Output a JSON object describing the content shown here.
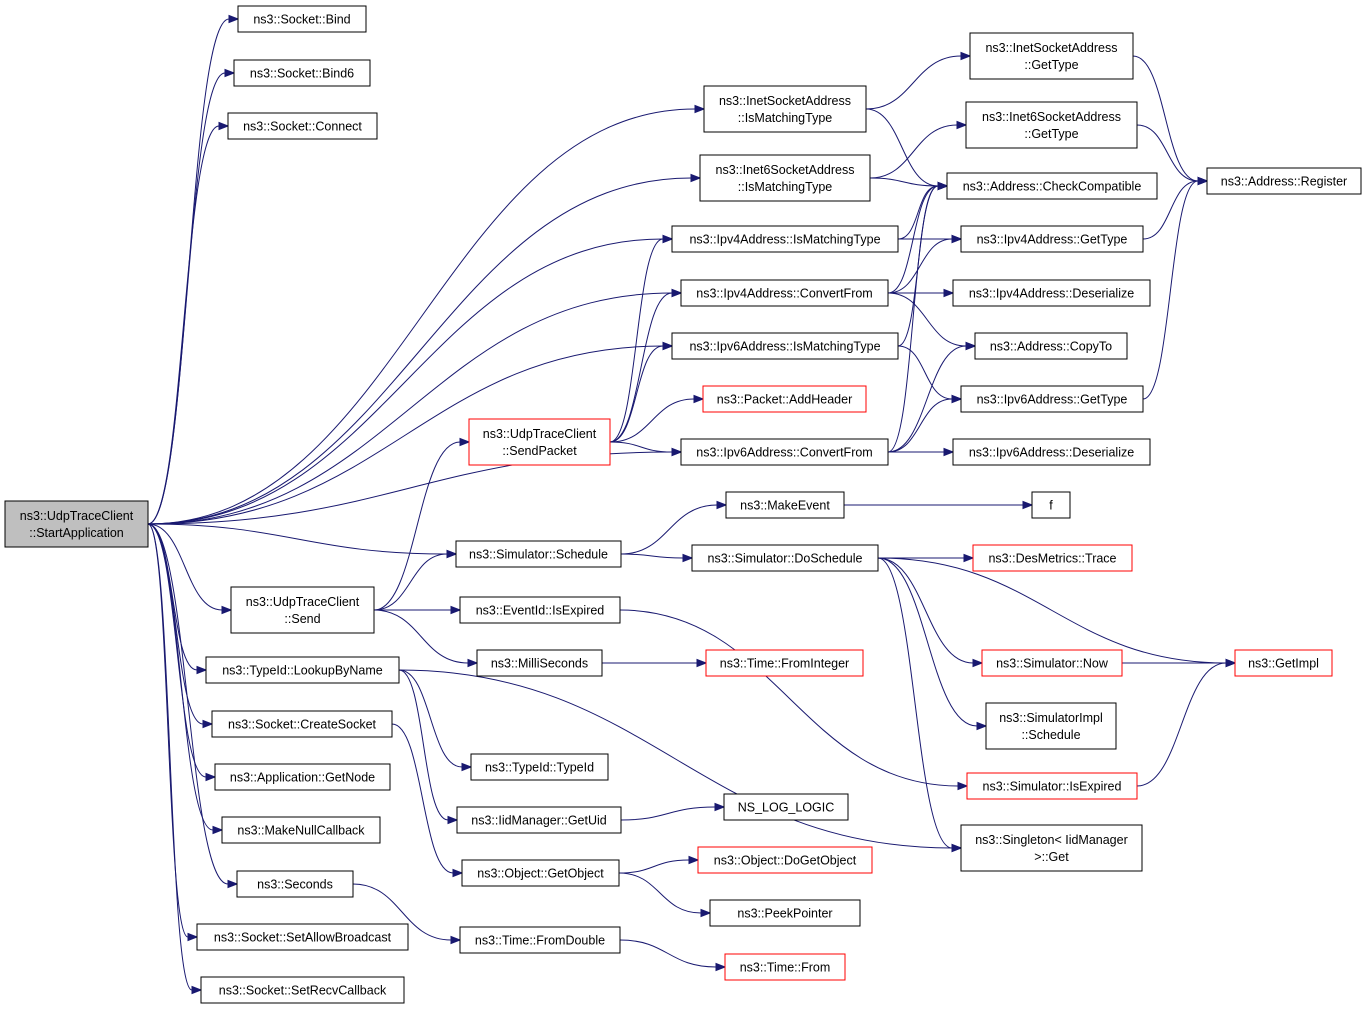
{
  "colors": {
    "edge": "#191970",
    "truncated_border": "#ff0000",
    "root_fill": "#bfbfbf",
    "node_border": "#000000"
  },
  "nodes": [
    {
      "id": "start",
      "lines": [
        "ns3::UdpTraceClient",
        "::StartApplication"
      ],
      "root": true
    },
    {
      "id": "bind",
      "lines": [
        "ns3::Socket::Bind"
      ]
    },
    {
      "id": "bind6",
      "lines": [
        "ns3::Socket::Bind6"
      ]
    },
    {
      "id": "connect",
      "lines": [
        "ns3::Socket::Connect"
      ]
    },
    {
      "id": "inet_ismatch",
      "lines": [
        "ns3::InetSocketAddress",
        "::IsMatchingType"
      ]
    },
    {
      "id": "inet6_ismatch",
      "lines": [
        "ns3::Inet6SocketAddress",
        "::IsMatchingType"
      ]
    },
    {
      "id": "ipv4_ismatch",
      "lines": [
        "ns3::Ipv4Address::IsMatchingType"
      ]
    },
    {
      "id": "ipv4_convert",
      "lines": [
        "ns3::Ipv4Address::ConvertFrom"
      ]
    },
    {
      "id": "ipv6_ismatch",
      "lines": [
        "ns3::Ipv6Address::IsMatchingType"
      ]
    },
    {
      "id": "ipv6_convert",
      "lines": [
        "ns3::Ipv6Address::ConvertFrom"
      ]
    },
    {
      "id": "sendpacket",
      "lines": [
        "ns3::UdpTraceClient",
        "::SendPacket"
      ],
      "truncated": true
    },
    {
      "id": "addheader",
      "lines": [
        "ns3::Packet::AddHeader"
      ],
      "truncated": true
    },
    {
      "id": "inet_gettype",
      "lines": [
        "ns3::InetSocketAddress",
        "::GetType"
      ]
    },
    {
      "id": "inet6_gettype",
      "lines": [
        "ns3::Inet6SocketAddress",
        "::GetType"
      ]
    },
    {
      "id": "checkcompat",
      "lines": [
        "ns3::Address::CheckCompatible"
      ]
    },
    {
      "id": "register",
      "lines": [
        "ns3::Address::Register"
      ]
    },
    {
      "id": "ipv4_gettype",
      "lines": [
        "ns3::Ipv4Address::GetType"
      ]
    },
    {
      "id": "ipv4_deser",
      "lines": [
        "ns3::Ipv4Address::Deserialize"
      ]
    },
    {
      "id": "copyto",
      "lines": [
        "ns3::Address::CopyTo"
      ]
    },
    {
      "id": "ipv6_gettype",
      "lines": [
        "ns3::Ipv6Address::GetType"
      ]
    },
    {
      "id": "ipv6_deser",
      "lines": [
        "ns3::Ipv6Address::Deserialize"
      ]
    },
    {
      "id": "makeevent",
      "lines": [
        "ns3::MakeEvent"
      ]
    },
    {
      "id": "f",
      "lines": [
        "f"
      ]
    },
    {
      "id": "schedule",
      "lines": [
        "ns3::Simulator::Schedule"
      ]
    },
    {
      "id": "doschedule",
      "lines": [
        "ns3::Simulator::DoSchedule"
      ]
    },
    {
      "id": "desmetrics",
      "lines": [
        "ns3::DesMetrics::Trace"
      ],
      "truncated": true
    },
    {
      "id": "send",
      "lines": [
        "ns3::UdpTraceClient",
        "::Send"
      ]
    },
    {
      "id": "isexpired_ev",
      "lines": [
        "ns3::EventId::IsExpired"
      ]
    },
    {
      "id": "milliseconds",
      "lines": [
        "ns3::MilliSeconds"
      ]
    },
    {
      "id": "fromint",
      "lines": [
        "ns3::Time::FromInteger"
      ],
      "truncated": true
    },
    {
      "id": "simnow",
      "lines": [
        "ns3::Simulator::Now"
      ],
      "truncated": true
    },
    {
      "id": "getimpl",
      "lines": [
        "ns3::GetImpl"
      ],
      "truncated": true
    },
    {
      "id": "simimpl_sched",
      "lines": [
        "ns3::SimulatorImpl",
        "::Schedule"
      ]
    },
    {
      "id": "sim_isexpired",
      "lines": [
        "ns3::Simulator::IsExpired"
      ],
      "truncated": true
    },
    {
      "id": "singleton",
      "lines": [
        "ns3::Singleton< IidManager",
        ">::Get"
      ]
    },
    {
      "id": "lookup",
      "lines": [
        "ns3::TypeId::LookupByName"
      ]
    },
    {
      "id": "createsocket",
      "lines": [
        "ns3::Socket::CreateSocket"
      ]
    },
    {
      "id": "getnode",
      "lines": [
        "ns3::Application::GetNode"
      ]
    },
    {
      "id": "makenull",
      "lines": [
        "ns3::MakeNullCallback"
      ]
    },
    {
      "id": "seconds",
      "lines": [
        "ns3::Seconds"
      ]
    },
    {
      "id": "setallow",
      "lines": [
        "ns3::Socket::SetAllowBroadcast"
      ]
    },
    {
      "id": "setrecv",
      "lines": [
        "ns3::Socket::SetRecvCallback"
      ]
    },
    {
      "id": "typeid",
      "lines": [
        "ns3::TypeId::TypeId"
      ]
    },
    {
      "id": "getuid",
      "lines": [
        "ns3::IidManager::GetUid"
      ]
    },
    {
      "id": "nslog",
      "lines": [
        "NS_LOG_LOGIC"
      ]
    },
    {
      "id": "getobject",
      "lines": [
        "ns3::Object::GetObject"
      ]
    },
    {
      "id": "dogetobject",
      "lines": [
        "ns3::Object::DoGetObject"
      ],
      "truncated": true
    },
    {
      "id": "peekpointer",
      "lines": [
        "ns3::PeekPointer"
      ]
    },
    {
      "id": "fromdouble",
      "lines": [
        "ns3::Time::FromDouble"
      ]
    },
    {
      "id": "timefrom",
      "lines": [
        "ns3::Time::From"
      ],
      "truncated": true
    }
  ],
  "edges": [
    [
      "start",
      "bind"
    ],
    [
      "start",
      "bind6"
    ],
    [
      "start",
      "connect"
    ],
    [
      "start",
      "inet_ismatch"
    ],
    [
      "start",
      "inet6_ismatch"
    ],
    [
      "start",
      "ipv4_ismatch"
    ],
    [
      "start",
      "ipv4_convert"
    ],
    [
      "start",
      "ipv6_ismatch"
    ],
    [
      "start",
      "ipv6_convert"
    ],
    [
      "start",
      "schedule"
    ],
    [
      "start",
      "send"
    ],
    [
      "start",
      "lookup"
    ],
    [
      "start",
      "createsocket"
    ],
    [
      "start",
      "getnode"
    ],
    [
      "start",
      "makenull"
    ],
    [
      "start",
      "seconds"
    ],
    [
      "start",
      "setallow"
    ],
    [
      "start",
      "setrecv"
    ],
    [
      "inet_ismatch",
      "inet_gettype"
    ],
    [
      "inet_ismatch",
      "checkcompat"
    ],
    [
      "inet_gettype",
      "register"
    ],
    [
      "inet6_ismatch",
      "inet6_gettype"
    ],
    [
      "inet6_ismatch",
      "checkcompat"
    ],
    [
      "inet6_gettype",
      "register"
    ],
    [
      "ipv4_ismatch",
      "checkcompat"
    ],
    [
      "ipv4_ismatch",
      "ipv4_gettype"
    ],
    [
      "ipv4_gettype",
      "register"
    ],
    [
      "ipv4_convert",
      "checkcompat"
    ],
    [
      "ipv4_convert",
      "ipv4_gettype"
    ],
    [
      "ipv4_convert",
      "ipv4_deser"
    ],
    [
      "ipv4_convert",
      "copyto"
    ],
    [
      "ipv6_ismatch",
      "checkcompat"
    ],
    [
      "ipv6_ismatch",
      "ipv6_gettype"
    ],
    [
      "ipv6_gettype",
      "register"
    ],
    [
      "ipv6_convert",
      "checkcompat"
    ],
    [
      "ipv6_convert",
      "copyto"
    ],
    [
      "ipv6_convert",
      "ipv6_gettype"
    ],
    [
      "ipv6_convert",
      "ipv6_deser"
    ],
    [
      "sendpacket",
      "ipv4_ismatch"
    ],
    [
      "sendpacket",
      "ipv4_convert"
    ],
    [
      "sendpacket",
      "ipv6_ismatch"
    ],
    [
      "sendpacket",
      "addheader"
    ],
    [
      "sendpacket",
      "ipv6_convert"
    ],
    [
      "send",
      "sendpacket"
    ],
    [
      "send",
      "schedule"
    ],
    [
      "send",
      "isexpired_ev"
    ],
    [
      "send",
      "milliseconds"
    ],
    [
      "schedule",
      "makeevent"
    ],
    [
      "schedule",
      "doschedule"
    ],
    [
      "makeevent",
      "f"
    ],
    [
      "doschedule",
      "desmetrics"
    ],
    [
      "doschedule",
      "getimpl"
    ],
    [
      "doschedule",
      "simnow"
    ],
    [
      "doschedule",
      "simimpl_sched"
    ],
    [
      "doschedule",
      "singleton"
    ],
    [
      "isexpired_ev",
      "sim_isexpired"
    ],
    [
      "simnow",
      "getimpl"
    ],
    [
      "sim_isexpired",
      "getimpl"
    ],
    [
      "milliseconds",
      "fromint"
    ],
    [
      "lookup",
      "typeid"
    ],
    [
      "lookup",
      "getuid"
    ],
    [
      "lookup",
      "singleton"
    ],
    [
      "getuid",
      "nslog"
    ],
    [
      "createsocket",
      "getobject"
    ],
    [
      "getobject",
      "dogetobject"
    ],
    [
      "getobject",
      "peekpointer"
    ],
    [
      "seconds",
      "fromdouble"
    ],
    [
      "fromdouble",
      "timefrom"
    ]
  ]
}
